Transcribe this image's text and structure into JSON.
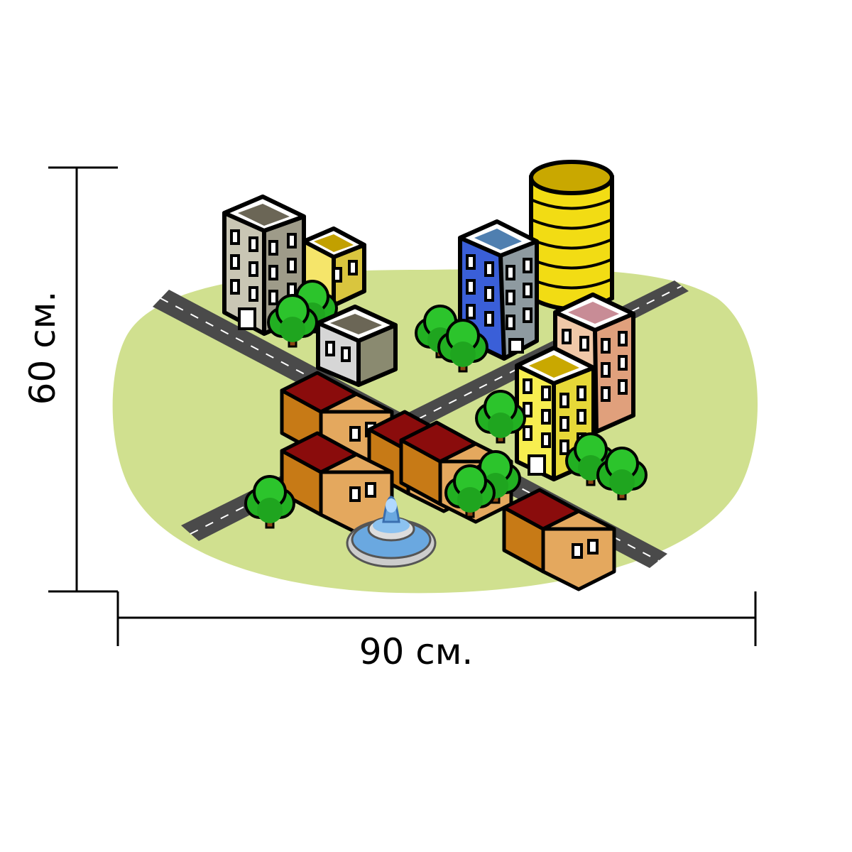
{
  "dimensions": {
    "width_label": "90 см.",
    "height_label": "60 см."
  },
  "colors": {
    "ground": "#d0e08f",
    "road": "#4a4a4a",
    "road_marking": "#ffffff",
    "outline": "#000000",
    "tree_green": "#22b022",
    "tree_trunk": "#8b4513",
    "house_wall": "#e4a85e",
    "house_roof": "#8a0c0c",
    "fountain_water": "#6aa8e0"
  },
  "buildings": [
    {
      "name": "gray-office-tower",
      "wall": "#c9c6b4",
      "side": "#9e9b89",
      "roof": "#6b6656"
    },
    {
      "name": "yellow-lowrise",
      "wall": "#f5e56a",
      "side": "#d9c53e",
      "roof": "#c2a000"
    },
    {
      "name": "gray-block",
      "wall": "#d6d6d6",
      "side": "#8a8a70",
      "roof": "#6b6656"
    },
    {
      "name": "blue-office-tower",
      "wall": "#3a5fd8",
      "side": "#8e9aa0",
      "roof": "#4f7fb0"
    },
    {
      "name": "yellow-cylinder-tower",
      "wall": "#f2dc14",
      "side": "#d9c000",
      "roof": "#c9a800"
    },
    {
      "name": "pink-tower",
      "wall": "#f0c8a8",
      "side": "#e0a07c",
      "roof": "#c88c96"
    },
    {
      "name": "yellow-tower",
      "wall": "#f7ee50",
      "side": "#e6d838",
      "roof": "#c9a800"
    }
  ]
}
